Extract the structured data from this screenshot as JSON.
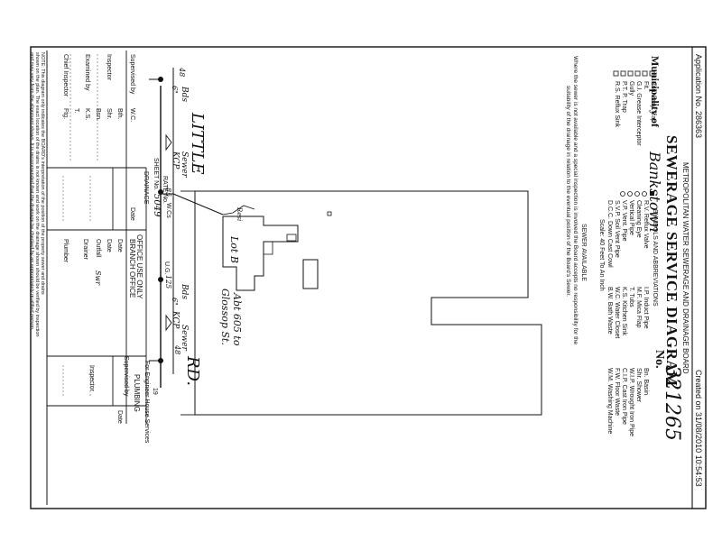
{
  "header": {
    "application_no": "Application No. 286363",
    "created_on": "Created on 31/08/2010 10:54:53"
  },
  "board_name": "METROPOLITAN WATER SEWERAGE AND DRAINAGE BOARD",
  "title": "SEWERAGE SERVICE DIAGRAM",
  "municipality_label": "Municipality of",
  "municipality_value": "Bankstown",
  "diagram_no_label": "No.",
  "diagram_no_value": "321265",
  "legend": {
    "col1": [
      "Boundary Trap",
      "Fit.",
      "G.I. Grease Interceptor",
      "Gully",
      "P.T. P. Trap",
      "R.S. Reflux Sink"
    ],
    "col2_title": "SYMBOLS AND ABBREVIATIONS",
    "col2": [
      "R.V. Reflux Valve",
      "Cleaning Eye",
      "Vertical Pipe",
      "V.P. Vent. Pipe",
      "S.V.P. Soil Vent Pipe",
      "D.C.C. Down Cast Cowl"
    ],
    "col3": [
      "I.P. Induct Pipe",
      "M.F. Mica Flap",
      "T. Tubs",
      "K.S. Kitchen Sink",
      "W.C. Water Closet",
      "B.W. Bath Waste"
    ],
    "col4": [
      "Bn. Basin",
      "Shr. Shower",
      "W.I.P. Wrought Iron Pipe",
      "C.I.P. Cast Iron Pipe",
      "F.W. Floor Waste",
      "W.M. Washing Machine"
    ]
  },
  "scale": "Scale: 40 Feet To An Inch",
  "sewer_available": "SEWER AVAILABLE",
  "disclaimer_1": "Where the sewer is not available and a special inspection is involved the Board accepts no responsibility for the",
  "disclaimer_2": "suitability of the drainage in relation to the eventual position of the Board's Sewer.",
  "plan": {
    "street_1": "LITTLE",
    "street_2": "RD.",
    "lot": "Lot B",
    "address_1": "Abt 605 to",
    "address_2": "Glossop St.",
    "sewer_1": "Sewer",
    "sewer_2": "Sewer",
    "bds_1": "Bds",
    "bds_2": "Bds",
    "kcp_1": "KCP",
    "kcp_2": "KCP",
    "wcs": "W.Cs",
    "ug": "U.G.",
    "n_48_1": "48",
    "n_48_2": "48",
    "n_6_1": "6\"",
    "n_6_2": "6\"",
    "n_85": "85",
    "n_125": "125",
    "house": "Resi"
  },
  "office": {
    "rate_no": "RATE No.",
    "sheet_no": "SHEET No.",
    "sheet_value": "5049",
    "drainage": "DRAINAGE",
    "wc": "W.C.",
    "bth": "Bth.",
    "shr": "Shr.",
    "bsn": "Bsn.",
    "ks": "K.S.",
    "t": "T.",
    "ftg": "Ftg.",
    "supervised_by": "Supervised by",
    "inspector": "Inspector",
    "examined_by": "Examined by",
    "chief_inspector": "Chief Inspector",
    "date": "Date",
    "office_use": "OFFICE USE ONLY",
    "branch_office": "BRANCH OFFICE",
    "br_date_1": "Date",
    "br_date_2": "Date",
    "outfall": "Outfall",
    "outfall_value": "Swr",
    "drainer": "Drainer",
    "plumber": "Plumber",
    "engineer_note": "For Engineer House Services",
    "year_19": "19",
    "plumbing": "PLUMBING",
    "plumbing_supervised": "Supervised by",
    "plumbing_inspector": "Inspector",
    "plumbing_date": "Date"
  },
  "note_1": "NOTE: This diagram only indicates the BOARD's interpretation of the position of the property sewer and drains",
  "note_2": "shown on the plan. The exact location of the drains is not known and work on the drainage shown should be verified by inspection",
  "note_3": "and may vary from the alignment shown. It is recommended that the drainage be checked by an appropriately qualified person."
}
